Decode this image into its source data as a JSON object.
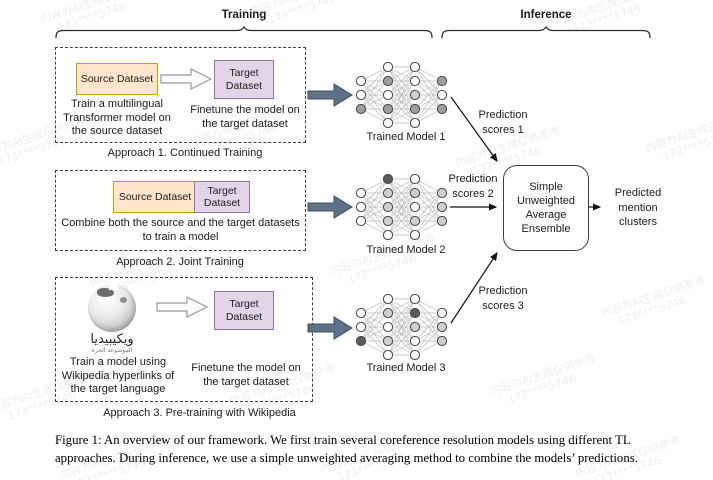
{
  "header": {
    "training": "Training",
    "inference": "Inference"
  },
  "approaches": [
    {
      "box1": "Source Dataset",
      "box2": "Target Dataset",
      "note_left": "Train a multilingual Transformer model on the source dataset",
      "note_right": "Finetune the model on the target dataset",
      "label": "Approach 1. Continued Training"
    },
    {
      "box1": "Source Dataset",
      "box2": "Target Dataset",
      "note": "Combine both the source and the target datasets to train a model",
      "label": "Approach 2. Joint Training"
    },
    {
      "wiki_title": "ويكيبيديا",
      "wiki_subtitle": "الموسوعة الحرة",
      "box2": "Target Dataset",
      "note_left": "Train a model using Wikipedia hyperlinks of the target language",
      "note_right": "Finetune the model on the target dataset",
      "label": "Approach 3. Pre-training with Wikipedia"
    }
  ],
  "networks": [
    {
      "label": "Trained Model 1",
      "layers": [
        [
          "w",
          "w",
          "g"
        ],
        [
          "w",
          "g",
          "w",
          "g",
          "w"
        ],
        [
          "w",
          "w",
          "l",
          "g",
          "w"
        ],
        [
          "g",
          "w",
          "g"
        ]
      ]
    },
    {
      "label": "Trained Model 2",
      "layers": [
        [
          "w",
          "w",
          "w"
        ],
        [
          "d",
          "l",
          "l",
          "l",
          "w"
        ],
        [
          "w",
          "l",
          "w",
          "l",
          "w"
        ],
        [
          "l",
          "l",
          "l"
        ]
      ]
    },
    {
      "label": "Trained Model 3",
      "layers": [
        [
          "w",
          "w",
          "d"
        ],
        [
          "w",
          "l",
          "w",
          "l",
          "w"
        ],
        [
          "w",
          "d",
          "l",
          "w",
          "w"
        ],
        [
          "w",
          "l",
          "l"
        ]
      ]
    }
  ],
  "scores": [
    {
      "line1": "Prediction",
      "line2": "scores 1"
    },
    {
      "line1": "Prediction",
      "line2": "scores 2"
    },
    {
      "line1": "Prediction",
      "line2": "scores 3"
    }
  ],
  "ensemble": {
    "label": "Simple Unweighted Average Ensemble"
  },
  "output": {
    "label": "Predicted mention clusters"
  },
  "caption": {
    "line1": "Figure 1: An overview of our framework. We first train several coreference resolution models using different TL",
    "line2": "approaches. During inference, we use a simple unweighted averaging method to combine the models’ predictions."
  },
  "watermark": {
    "line1": "内容为AI生成仅供参考",
    "line2": "173****5746"
  },
  "colors": {
    "source_fill": "#ffe6cc",
    "source_border": "#d79b00",
    "target_fill": "#e1d5e7",
    "target_border": "#9673a6",
    "big_arrow": "#5d7287",
    "big_arrow_border": "#3d4d5c"
  }
}
